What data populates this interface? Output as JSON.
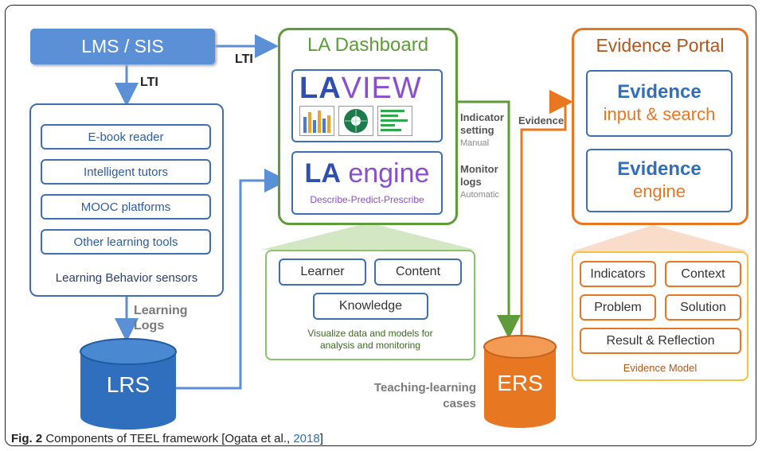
{
  "lms": {
    "label": "LMS / SIS"
  },
  "lti_right": "LTI",
  "lti_down": "LTI",
  "left_panel": {
    "tools": [
      "E-book reader",
      "Intelligent tutors",
      "MOOC platforms",
      "Other learning tools"
    ],
    "footer": "Learning Behavior sensors"
  },
  "learning_logs": {
    "line1": "Learning",
    "line2": "Logs"
  },
  "lrs": {
    "label": "LRS"
  },
  "dashboard": {
    "title": "LA Dashboard",
    "laview": {
      "la": "LA",
      "view": "VIEW"
    },
    "engine": {
      "la": "LA",
      "engine": "engine",
      "subtitle": "Describe-Predict-Prescribe"
    }
  },
  "indicator": {
    "line1": "Indicator",
    "line2": "setting",
    "sub": "Manual"
  },
  "monitor": {
    "line1": "Monitor",
    "line2": "logs",
    "sub": "Automatic"
  },
  "evidence_arrow": "Evidence",
  "green_panel": {
    "learner": "Learner",
    "content": "Content",
    "knowledge": "Knowledge",
    "caption_line1": "Visualize data and models for",
    "caption_line2": "analysis and monitoring"
  },
  "teaching": {
    "line1": "Teaching-learning",
    "line2": "cases"
  },
  "ers": {
    "label": "ERS"
  },
  "evidence_portal": {
    "title": "Evidence Portal",
    "box1": {
      "line1": "Evidence",
      "line2": "input & search"
    },
    "box2": {
      "line1": "Evidence",
      "line2": "engine"
    }
  },
  "evidence_model": {
    "indicators": "Indicators",
    "context": "Context",
    "problem": "Problem",
    "solution": "Solution",
    "result": "Result & Reflection",
    "caption": "Evidence Model"
  },
  "caption": {
    "fig": "Fig. 2",
    "text": " Components of TEEL framework [Ogata et al., ",
    "year": "2018",
    "end": "]"
  },
  "colors": {
    "blue": "#3f6fb2",
    "lms_fill": "#5b8fd6",
    "green": "#5f9b3a",
    "orange": "#e87722",
    "cylinder": "#2f6fbd",
    "purple": "#8a4fcf"
  }
}
